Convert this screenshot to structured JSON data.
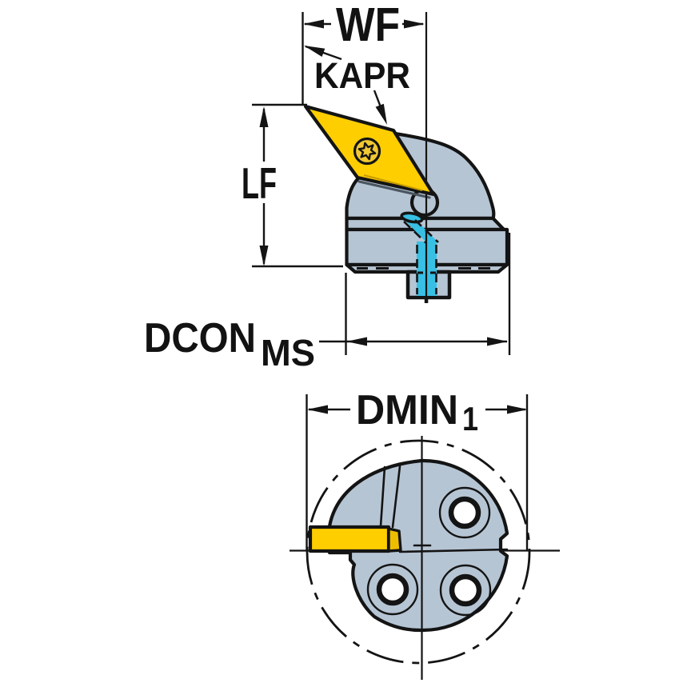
{
  "labels": {
    "wf": "WF",
    "kapr": "KAPR",
    "lf": "LF",
    "dcon": "DCON",
    "dcon_sub": "MS",
    "dmin": "DMIN",
    "dmin_sub": "1"
  },
  "colors": {
    "insert_yellow": "#FFCE00",
    "insert_shade": "#EDBE00",
    "screw_fill": "#F1C832",
    "body_blue": "#B6C5D4",
    "coolant_cyan": "#38BFE4",
    "outline": "#141414",
    "shadow": "#4A5560",
    "background": "#FFFFFF"
  }
}
